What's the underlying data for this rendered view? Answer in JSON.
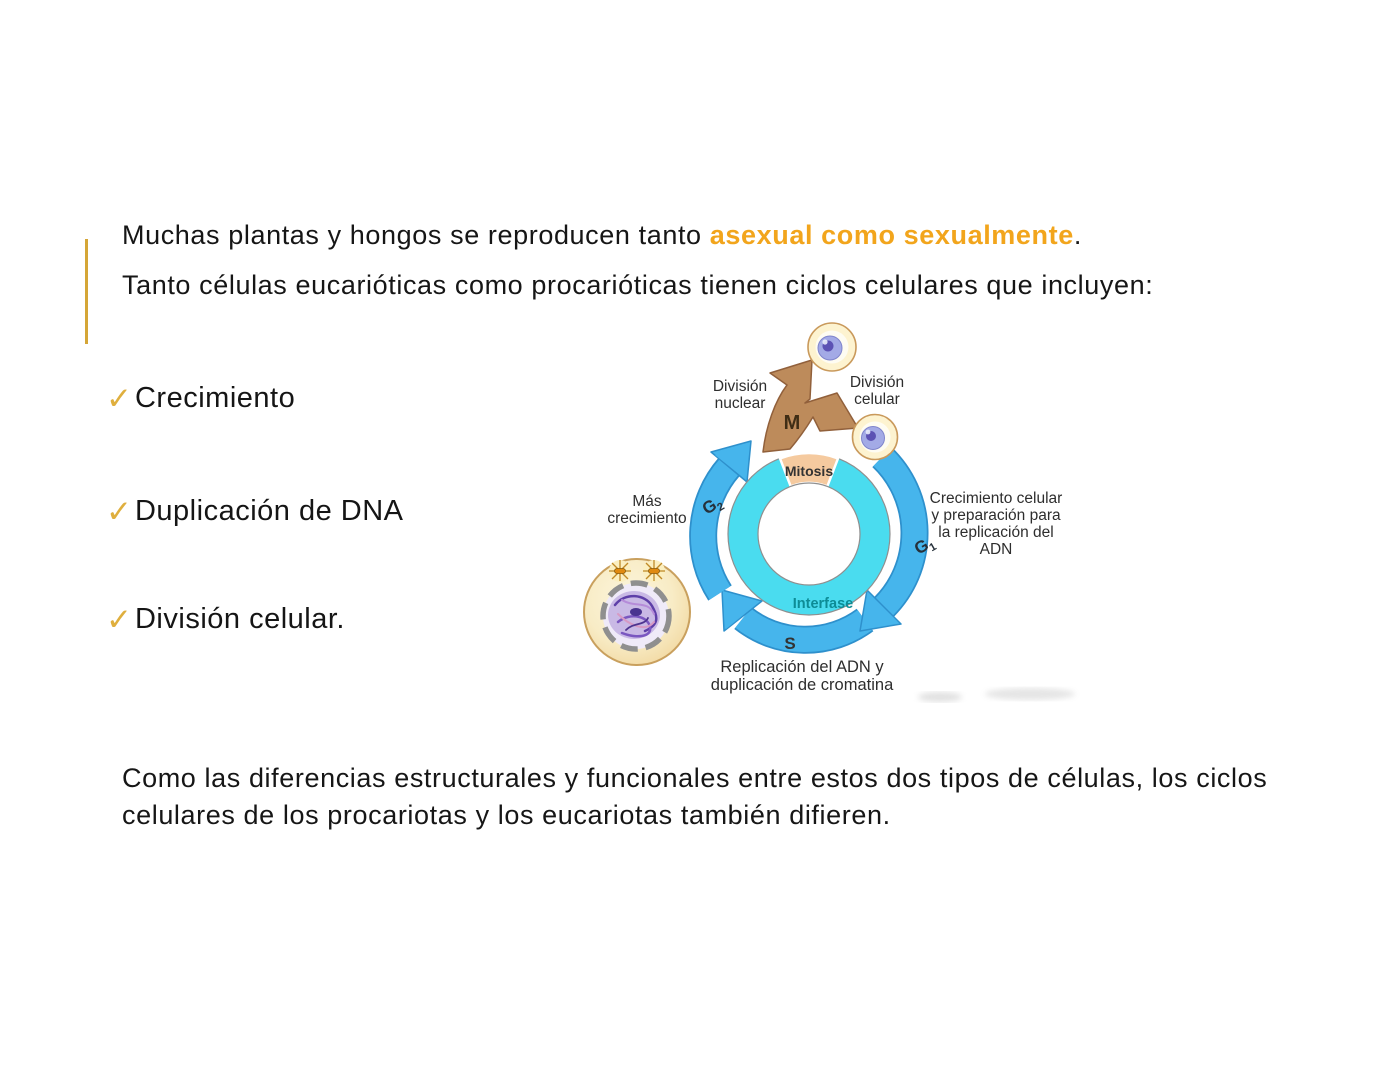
{
  "slide": {
    "background": "#ffffff",
    "accent_gold": "#D5A637",
    "highlight_gold": "#F2A51C",
    "paragraph1": {
      "prefix": "Muchas plantas y hongos se reproducen tanto ",
      "highlight": "asexual como sexualmente",
      "suffix": "."
    },
    "paragraph2": "Tanto células eucarióticas como procarióticas tienen ciclos celulares que incluyen:",
    "check_glyph": "✓",
    "checklist": [
      {
        "label": "Crecimiento"
      },
      {
        "label": "Duplicación de DNA"
      },
      {
        "label": "División celular."
      }
    ],
    "closing_lines": [
      "Como las diferencias estructurales y funcionales entre estos dos tipos de células, los ciclos",
      "celulares de los procariotas y los eucariotas también difieren."
    ]
  },
  "diagram": {
    "colors": {
      "ring_cyan": "#4ADCEF",
      "arc_blue": "#46B5EC",
      "mitosis_wedge": "#F5CA9F",
      "m_arrow_brown": "#BD8B5B",
      "interfase_text": "#0D8C96"
    },
    "labels": {
      "division_nuclear": [
        "División",
        "nuclear"
      ],
      "division_celular": [
        "División",
        "celular"
      ],
      "m": "M",
      "mitosis": "Mitosis",
      "mas_crecimiento": [
        "Más",
        "crecimiento"
      ],
      "g2": {
        "base": "G",
        "sub": "2"
      },
      "g1": {
        "base": "G",
        "sub": "1"
      },
      "crecimiento_celular": [
        "Crecimiento celular",
        "y preparación para",
        "la replicación del",
        "ADN"
      ],
      "interfase": "Interfase",
      "s": "S",
      "replicacion": [
        "Replicación del ADN y",
        "duplicación de cromatina"
      ]
    }
  }
}
